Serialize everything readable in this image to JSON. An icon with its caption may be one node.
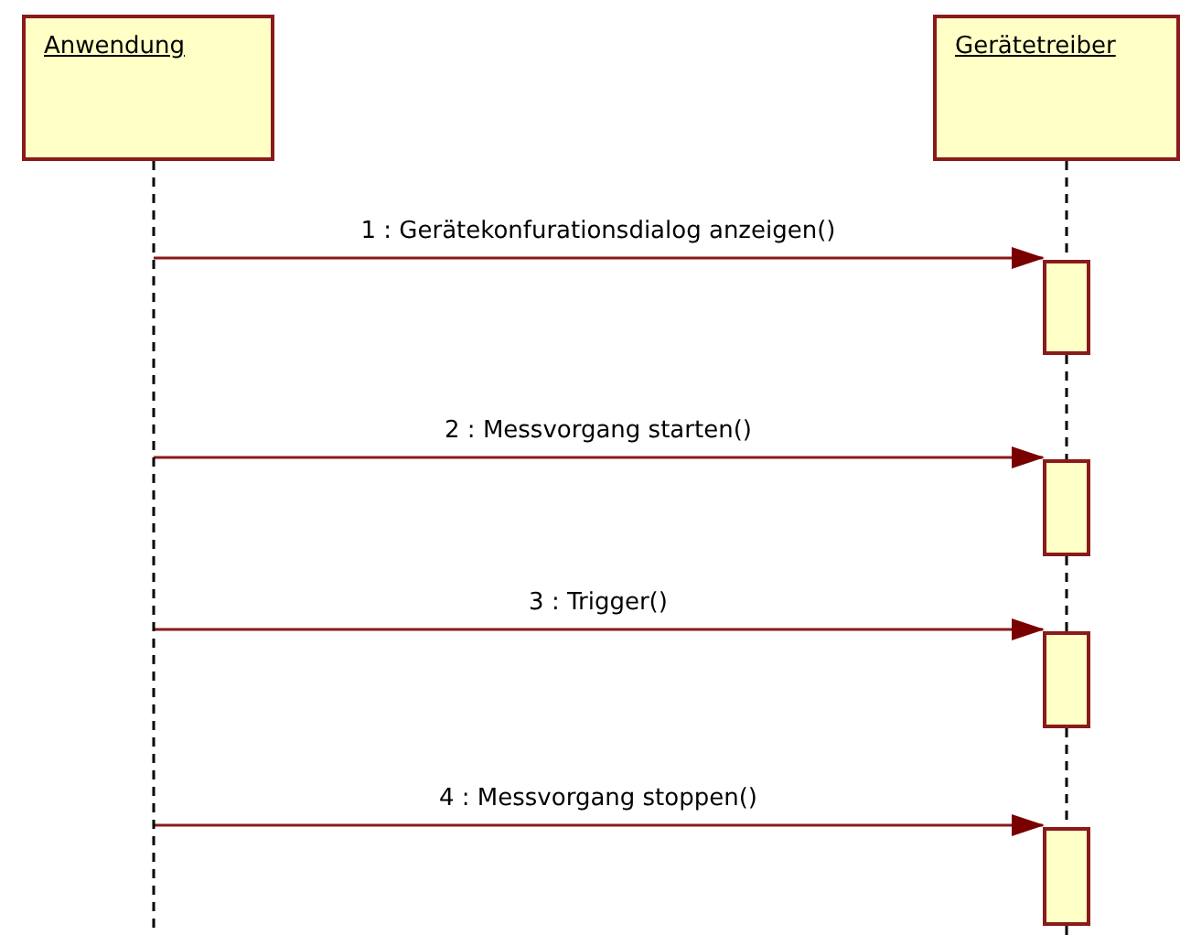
{
  "diagram": {
    "nodes": [
      {
        "text": [
          "Anwendung"
        ]
      },
      {
        "text": [
          "Gerätetreiber"
        ]
      },
      {
        "text": [],
        "shape": "box"
      },
      {
        "text": [],
        "shape": "box"
      },
      {
        "text": [],
        "shape": "box"
      },
      {
        "text": [],
        "shape": "box"
      }
    ],
    "edges": [
      {
        "from": null,
        "to": 2,
        "arrow": "to",
        "label": "1 : Gerätekonfurationsdialog anzeigen()",
        "color": "#8b1a1a"
      },
      {
        "from": null,
        "to": 3,
        "arrow": "to",
        "label": "2 : Messvorgang starten()",
        "color": "#8b1a1a"
      },
      {
        "from": null,
        "to": 4,
        "arrow": "to",
        "label": "3 : Trigger()",
        "color": "#8b1a1a"
      },
      {
        "from": null,
        "to": 5,
        "arrow": "to",
        "label": "4 : Messvorgang stoppen()",
        "color": "#8b1a1a"
      },
      {
        "from": 0,
        "to": null,
        "arrow": "none",
        "style": "dashed",
        "color": "#000000"
      },
      {
        "from": 1,
        "to": 2,
        "arrow": "none",
        "style": "dashed",
        "color": "#000000"
      },
      {
        "from": 2,
        "to": 3,
        "arrow": "none",
        "style": "dashed",
        "color": "#000000"
      },
      {
        "from": 3,
        "to": 4,
        "arrow": "none",
        "style": "dashed",
        "color": "#000000"
      },
      {
        "from": 4,
        "to": 5,
        "arrow": "none",
        "style": "dashed",
        "color": "#000000"
      },
      {
        "from": 5,
        "to": null,
        "arrow": "none",
        "style": "dashed",
        "color": "#000000"
      }
    ]
  }
}
